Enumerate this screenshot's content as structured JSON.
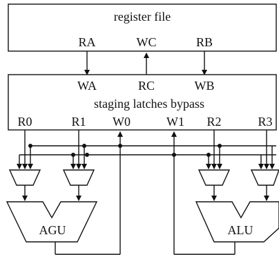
{
  "register_file": {
    "title": "register file",
    "ports": [
      "RA",
      "WC",
      "RB"
    ]
  },
  "staging": {
    "title": "staging latches bypass",
    "upper_ports": [
      "WA",
      "RC",
      "WB"
    ],
    "lower_ports": [
      "R0",
      "R1",
      "W0",
      "W1",
      "R2",
      "R3"
    ]
  },
  "units": {
    "agu": "AGU",
    "alu": "ALU"
  }
}
